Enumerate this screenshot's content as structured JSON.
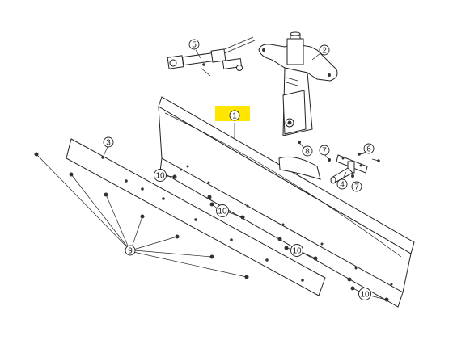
{
  "diagram": {
    "highlight_color": "#ffe600",
    "callouts": [
      {
        "id": "c1",
        "label": "1"
      },
      {
        "id": "c2",
        "label": "2"
      },
      {
        "id": "c3",
        "label": "3"
      },
      {
        "id": "c4",
        "label": "4"
      },
      {
        "id": "c5",
        "label": "5"
      },
      {
        "id": "c6",
        "label": "6"
      },
      {
        "id": "c7a",
        "label": "7"
      },
      {
        "id": "c7b",
        "label": "7"
      },
      {
        "id": "c8",
        "label": "8"
      },
      {
        "id": "c9",
        "label": "9"
      },
      {
        "id": "c10a",
        "label": "10"
      },
      {
        "id": "c10b",
        "label": "10"
      },
      {
        "id": "c10c",
        "label": "10"
      },
      {
        "id": "c10d",
        "label": "10"
      }
    ]
  }
}
